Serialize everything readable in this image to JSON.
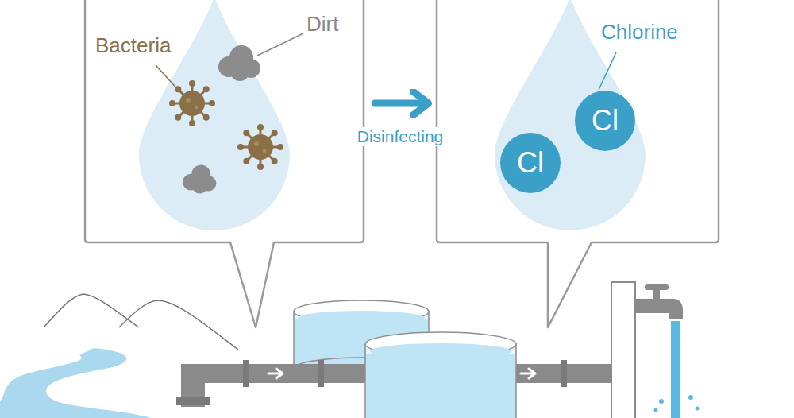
{
  "diagram": {
    "nodes": [
      {
        "text": [
          "Bacteria",
          "Dirt"
        ]
      },
      {
        "text": [
          "Chlorine"
        ]
      },
      {
        "text": [
          "Cl"
        ],
        "in": 1
      },
      {
        "text": [
          "Cl"
        ],
        "in": 1
      }
    ],
    "edges": [
      {
        "from": 0,
        "to": 1,
        "arrow": "to",
        "label": "Disinfecting"
      }
    ]
  }
}
